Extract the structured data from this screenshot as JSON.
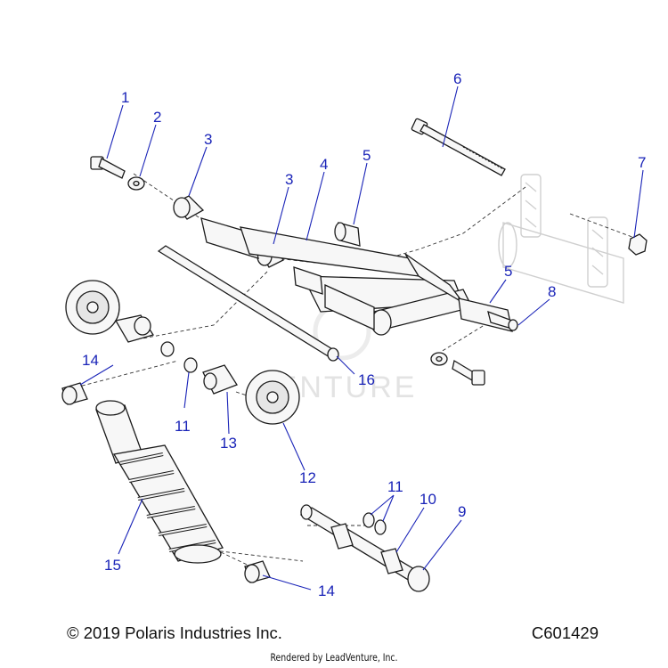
{
  "callouts": {
    "c1": "1",
    "c2": "2",
    "c3a": "3",
    "c3b": "3",
    "c4": "4",
    "c5a": "5",
    "c5b": "5",
    "c6": "6",
    "c7": "7",
    "c8": "8",
    "c9": "9",
    "c10": "10",
    "c11a": "11",
    "c11b": "11",
    "c12": "12",
    "c13": "13",
    "c14a": "14",
    "c14b": "14",
    "c15": "15",
    "c16": "16"
  },
  "watermark": "VENTURE",
  "footer": {
    "copyright": "© 2019 Polaris Industries Inc.",
    "diagram_code": "C601429",
    "rendered_by": "Rendered by LeadVenture, Inc."
  },
  "colors": {
    "callout": "#1a24b8",
    "line_art": "#1b1b1b",
    "ghost": "#cfcfcf"
  }
}
